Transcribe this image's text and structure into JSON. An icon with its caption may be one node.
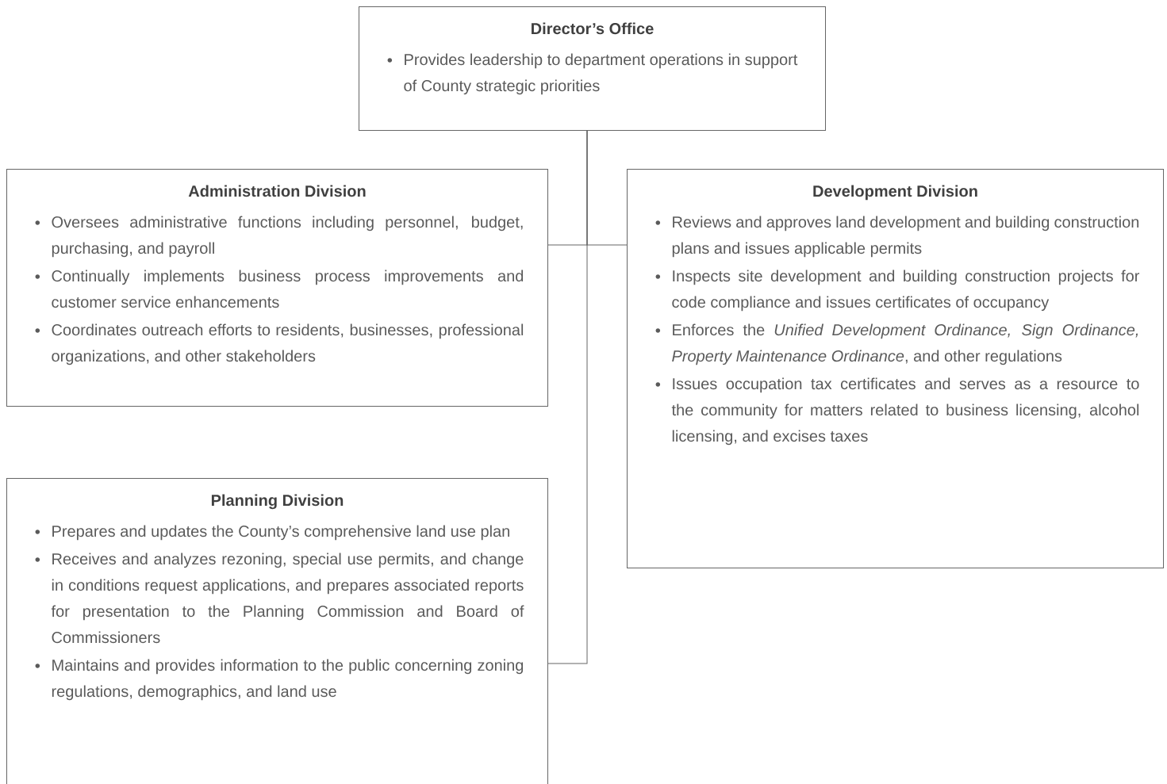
{
  "diagram": {
    "nodes": [
      {
        "text": [
          "Director’s Office",
          "Provides leadership to department operations in support of County strategic priorities"
        ]
      },
      {
        "text": [
          "Administration Division",
          "Oversees administrative functions including personnel, budget, purchasing, and payroll",
          "Continually implements business process improvements and customer service enhancements",
          "Coordinates outreach efforts to residents, businesses, professional organizations, and other stakeholders"
        ]
      },
      {
        "text": [
          "Development Division",
          "Reviews and approves land development and building construction plans and issues applicable permits",
          "Inspects site development and building construction projects for code compliance and issues certificates of occupancy",
          "Enforces the *Unified Development Ordinance, Sign Ordinance, Property Maintenance Ordinance*, and other regulations",
          "Issues occupation tax certificates and serves as a resource to the community for matters related to business licensing, alcohol licensing, and excises taxes"
        ]
      },
      {
        "text": [
          "Planning Division",
          "Prepares and updates the County’s comprehensive land use plan",
          "Receives and analyzes rezoning, special use permits, and change in conditions request applications, and prepares associated reports for presentation to the Planning Commission and Board of Commissioners",
          "Maintains and provides information to the public concerning zoning regulations, demographics, and land use"
        ]
      }
    ],
    "edges": [
      {
        "from": 0,
        "to": 1,
        "arrow": "none"
      },
      {
        "from": 0,
        "to": 2,
        "arrow": "none"
      },
      {
        "from": 0,
        "to": 3,
        "arrow": "none"
      }
    ]
  }
}
